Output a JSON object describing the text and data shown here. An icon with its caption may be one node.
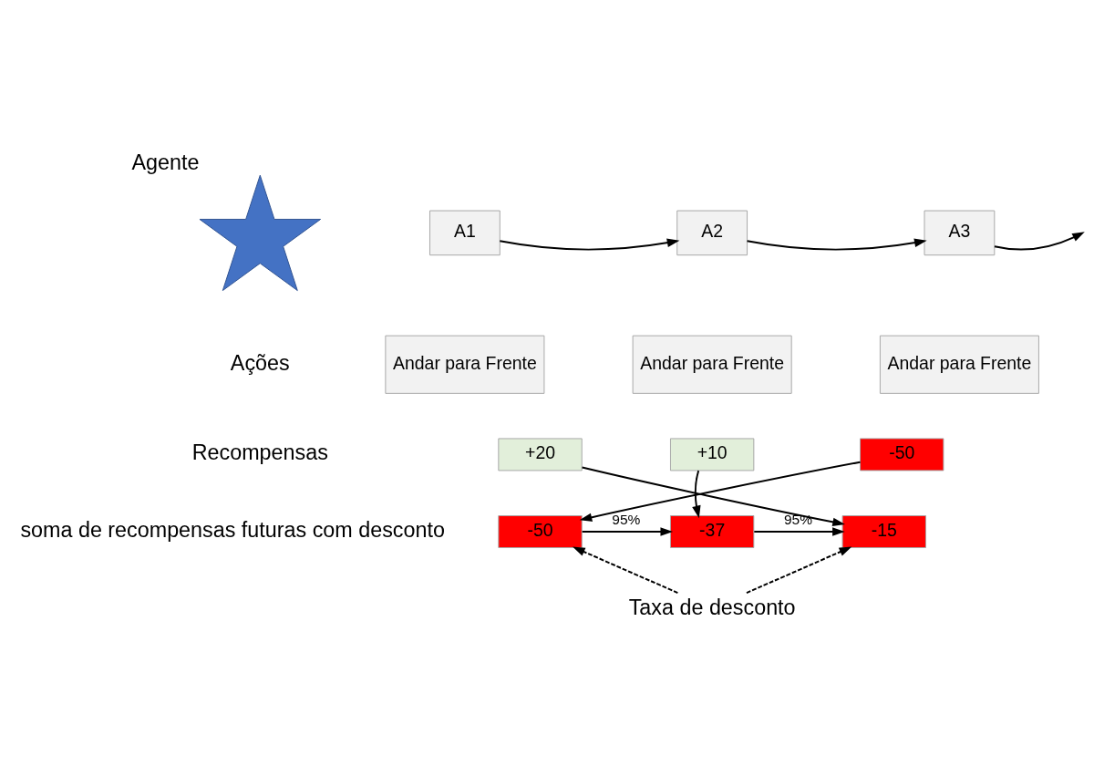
{
  "diagram": {
    "nodes": [
      {
        "text": [],
        "shape": "star",
        "beside": [
          "Agente"
        ]
      },
      {
        "text": [
          "A1"
        ]
      },
      {
        "text": [
          "A2"
        ]
      },
      {
        "text": [
          "A3"
        ]
      },
      {
        "text": [
          "Andar para Frente"
        ]
      },
      {
        "text": [
          "Andar para Frente"
        ]
      },
      {
        "text": [
          "Andar para Frente"
        ]
      },
      {
        "text": [
          "+20"
        ]
      },
      {
        "text": [
          "+10"
        ]
      },
      {
        "text": [
          "-50"
        ]
      },
      {
        "text": [
          "-15"
        ]
      },
      {
        "text": [
          "-37"
        ]
      },
      {
        "text": [
          "-50"
        ]
      },
      {
        "text": [
          "Taxa de desconto"
        ]
      }
    ],
    "edges": [
      {
        "from": 1,
        "to": 2,
        "arrow": "to"
      },
      {
        "from": 2,
        "to": 3,
        "arrow": "to"
      },
      {
        "from": 3,
        "to": null,
        "arrow": "to"
      },
      {
        "from": 7,
        "to": 10,
        "arrow": "to"
      },
      {
        "from": 8,
        "to": 11,
        "arrow": "to"
      },
      {
        "from": 9,
        "to": 12,
        "arrow": "to"
      },
      {
        "from": 12,
        "to": 11,
        "arrow": "to",
        "label": "95%"
      },
      {
        "from": 11,
        "to": 10,
        "arrow": "to",
        "label": "95%"
      },
      {
        "from": 13,
        "to": 10,
        "arrow": "to",
        "style": "dashed"
      },
      {
        "from": 13,
        "to": 12,
        "arrow": "to",
        "style": "dashed"
      }
    ],
    "labels": [
      "Ações",
      "Recompensas",
      "soma de recompensas futuras com desconto"
    ]
  }
}
